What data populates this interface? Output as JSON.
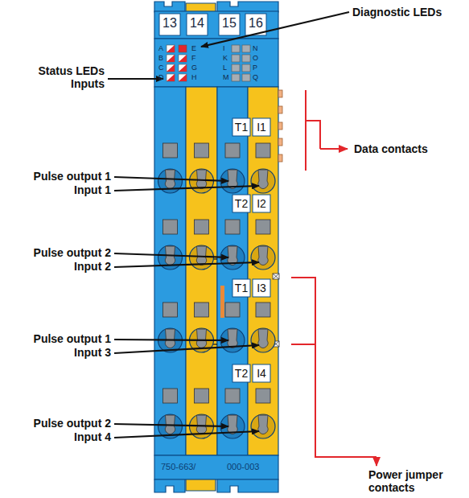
{
  "diagram": {
    "labels": [
      "13",
      "14",
      "15",
      "16",
      "Diagnostic LEDs",
      "Status LEDs Inputs",
      "A",
      "B",
      "C",
      "D",
      "E",
      "F",
      "G",
      "H",
      "I",
      "K",
      "L",
      "M",
      "N",
      "O",
      "P",
      "Q",
      "T1",
      "I1",
      "Data contacts",
      "Pulse output 1",
      "Input 1",
      "T2",
      "I2",
      "Pulse output 2",
      "Input 2",
      "T1",
      "I3",
      "Pulse output 1",
      "Input 3",
      "T2",
      "I4",
      "Pulse output 2",
      "Input 4",
      "750-663/",
      "000-003",
      "Power jumper contacts"
    ]
  }
}
